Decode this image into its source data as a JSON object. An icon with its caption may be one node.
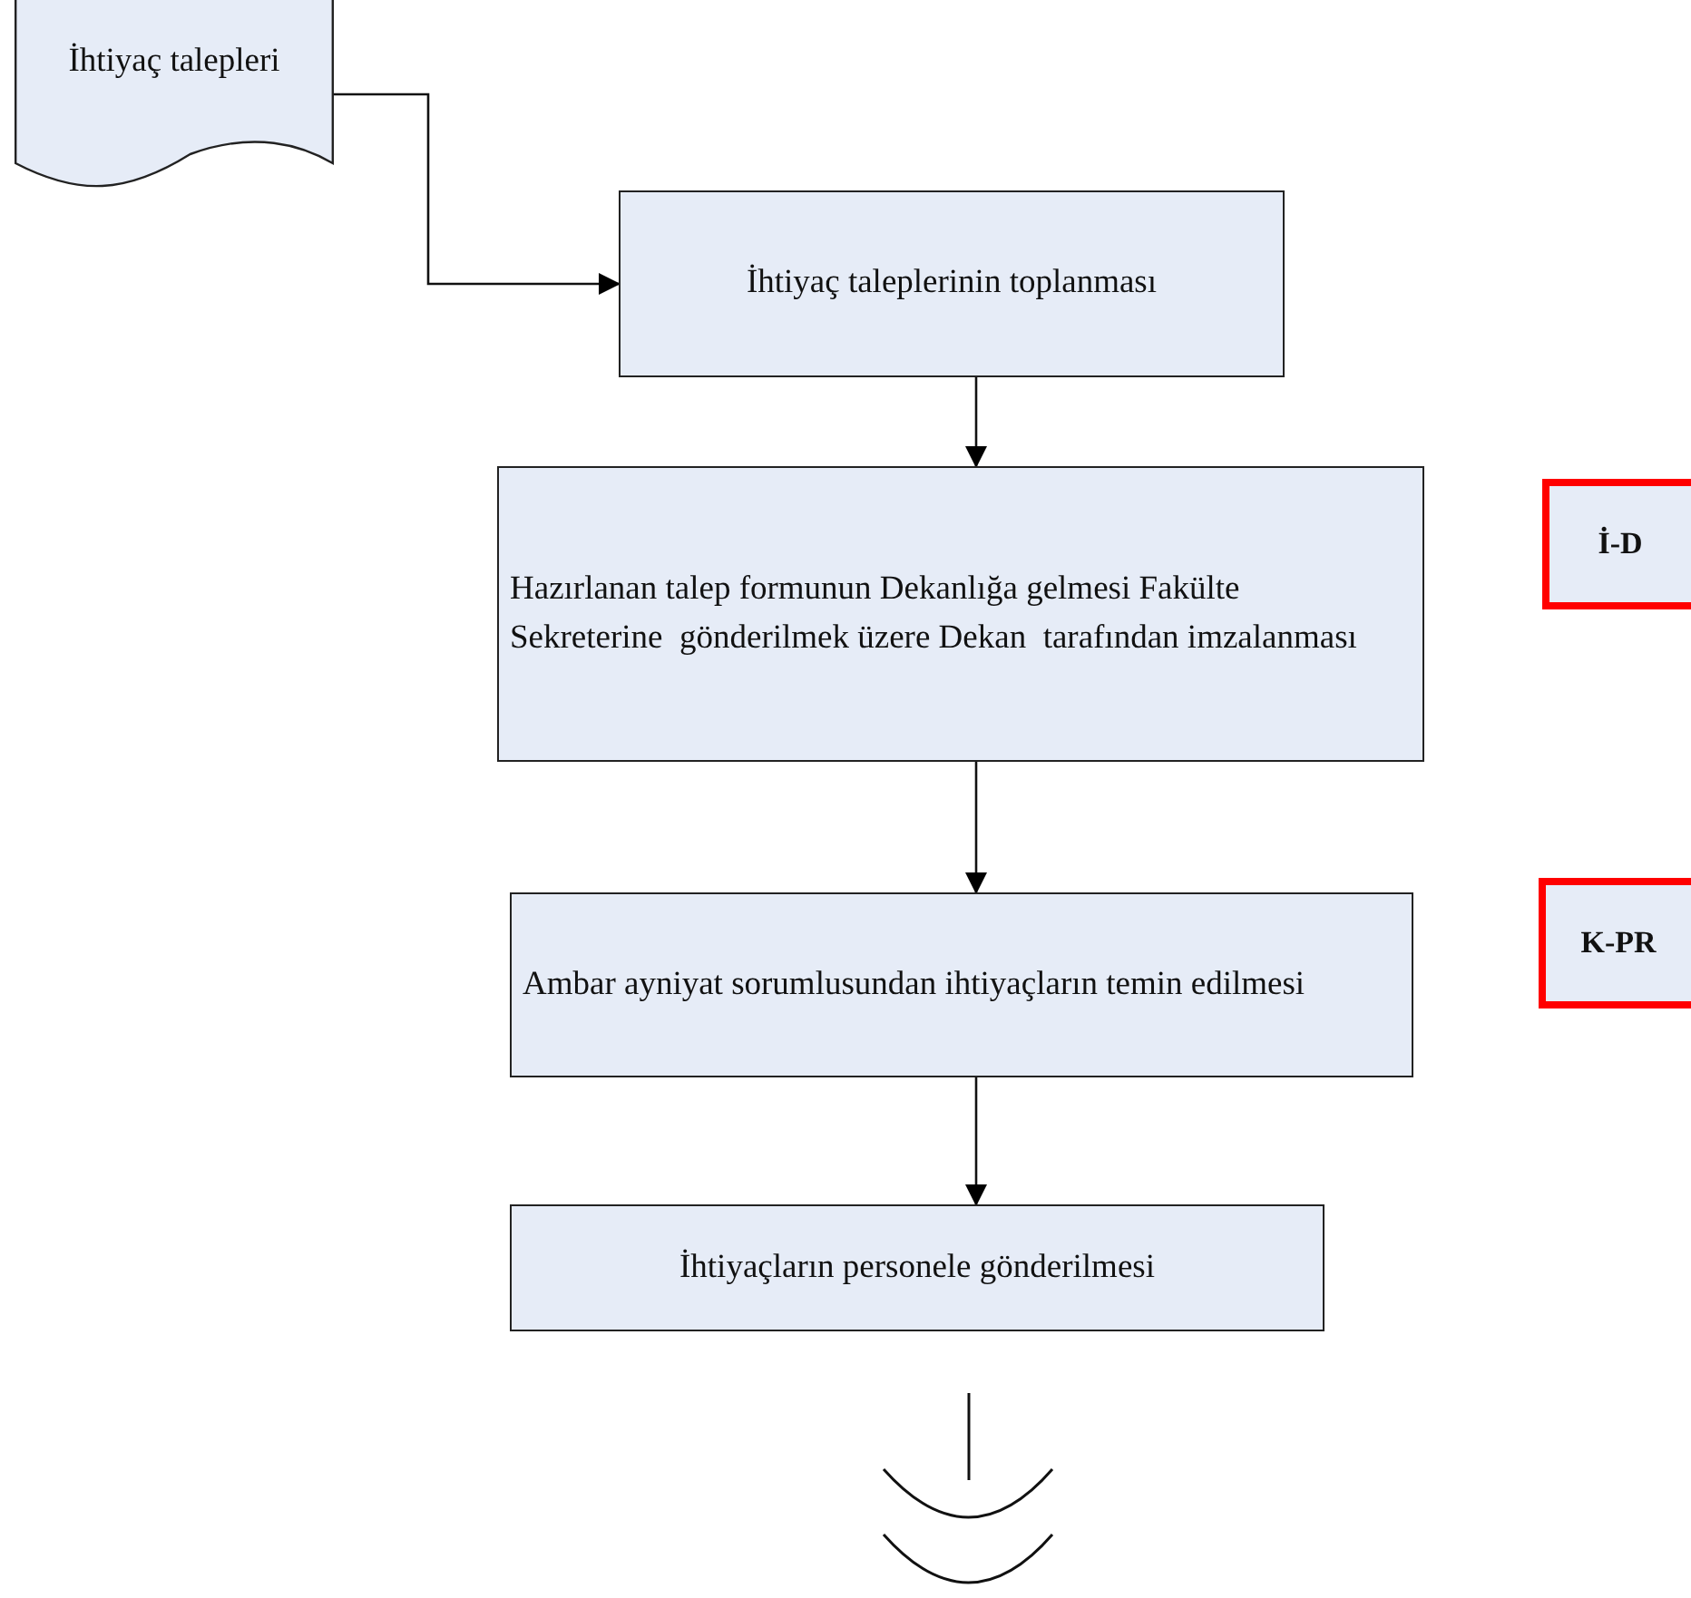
{
  "diagram": {
    "nodes": [
      {
        "text": [
          "İhtiyaç talepleri"
        ]
      },
      {
        "text": [
          "İhtiyaç taleplerinin toplanması"
        ]
      },
      {
        "text": [
          "Hazırlanan talep formunun Dekanlığa gelmesi Fakülte Sekreterine  gönderilmek üzere Dekan  tarafından imzalanması"
        ]
      },
      {
        "text": [
          "İ-D"
        ]
      },
      {
        "text": [
          "Ambar ayniyat sorumlusundan ihtiyaçların temin edilmesi"
        ]
      },
      {
        "text": [
          "K-PR"
        ]
      },
      {
        "text": [
          "İhtiyaçların personele gönderilmesi"
        ]
      },
      {
        "text": [],
        "shape": "arcs"
      }
    ],
    "edges": [
      {
        "from": 0,
        "to": 1,
        "arrow": "to"
      },
      {
        "from": 1,
        "to": 2,
        "arrow": "to"
      },
      {
        "from": 2,
        "to": 4,
        "arrow": "to"
      },
      {
        "from": 4,
        "to": 6,
        "arrow": "to"
      }
    ]
  }
}
